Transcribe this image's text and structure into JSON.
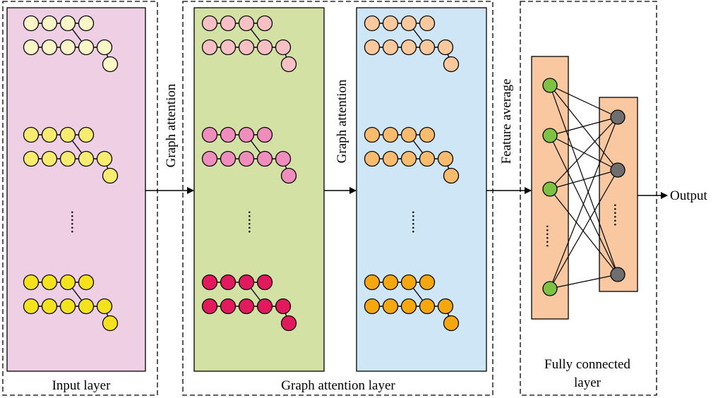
{
  "labels": {
    "input_layer": "Input layer",
    "graph_attention_layer": "Graph attention layer",
    "fc_layer_line1": "Fully connected",
    "fc_layer_line2": "layer",
    "graph_attention_1": "Graph attention",
    "graph_attention_2": "Graph attention",
    "feature_average": "Feature average",
    "output": "Output"
  },
  "panel_colors": {
    "input": "#efcfe4",
    "gat1": "#d3e2a4",
    "gat2": "#cfe6f7",
    "fc": "#f9c8a0"
  },
  "node_colors": {
    "input": [
      "#fbf6c8",
      "#f7ec70",
      "#f3e21c"
    ],
    "gat1": [
      "#f6c0c4",
      "#ef8dbc",
      "#e01a5c"
    ],
    "gat2": [
      "#fbc99d",
      "#f9bb6e",
      "#f5a70f"
    ],
    "fc_input": "#7dc243",
    "fc_output": "#6e6e6e"
  },
  "ellipsis": "......"
}
